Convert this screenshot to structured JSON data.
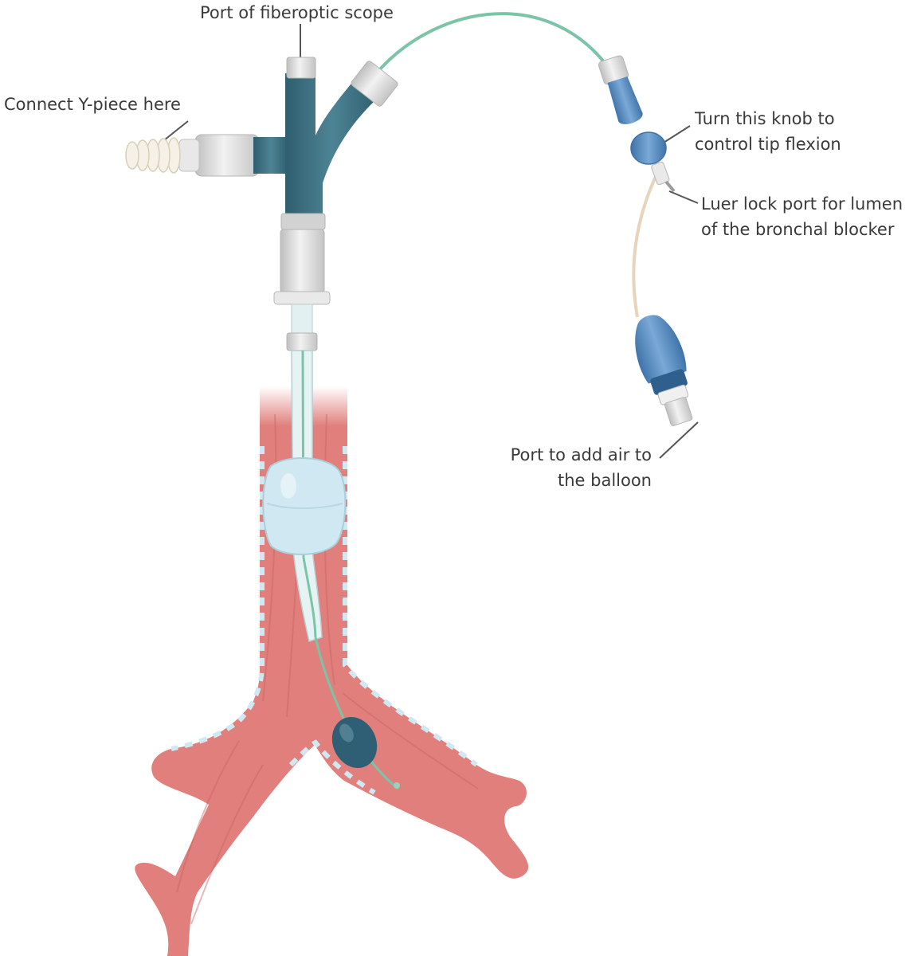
{
  "labels": {
    "fiberoptic_port": "Port of fiberoptic scope",
    "y_piece": "Connect Y-piece here",
    "knob": [
      "Turn this knob to",
      "control tip flexion"
    ],
    "luer_lock": [
      "Luer lock port for lumen",
      "of the bronchal blocker"
    ],
    "air_port": [
      "Port  to add air to",
      "the balloon"
    ]
  },
  "colors": {
    "trachea": "#e07f7c",
    "trachea_dark": "#cf6c6a",
    "mucosa_dash": "#cfe8f2",
    "adapter_teal": "#3f7283",
    "connector_grey": "#dcdcdc",
    "blocker_blue": "#5b8fc4",
    "catheter_green": "#7cc4a7",
    "pilot_line": "#e8d3bb",
    "cuff": "#cfe8f1",
    "blocker_balloon": "#2f5f74",
    "leader_line": "#555555",
    "text": "#3a3a3a"
  }
}
